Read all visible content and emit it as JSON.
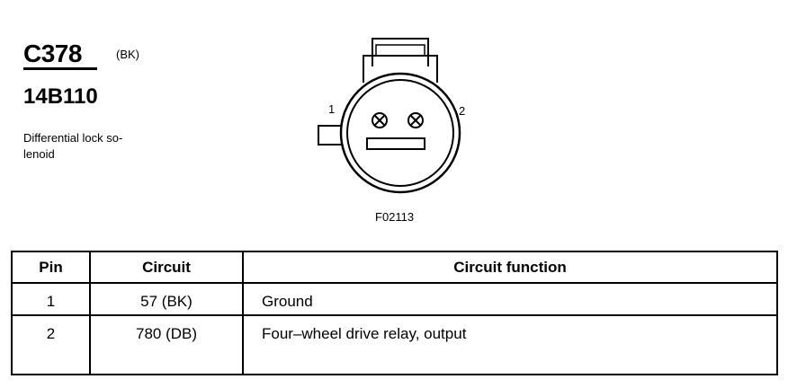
{
  "connector": {
    "id": "C378",
    "color_code": "(BK)",
    "part_number": "14B110",
    "description": "Differential lock so-\nlenoid"
  },
  "diagram": {
    "pin_labels": [
      "1",
      "2"
    ],
    "figure_label": "F02113"
  },
  "table": {
    "headers": [
      "Pin",
      "Circuit",
      "Circuit function"
    ],
    "rows": [
      {
        "pin": "1",
        "circuit": "57 (BK)",
        "function": "Ground"
      },
      {
        "pin": "2",
        "circuit": "780 (DB)",
        "function": "Four–wheel drive relay, output"
      }
    ]
  }
}
